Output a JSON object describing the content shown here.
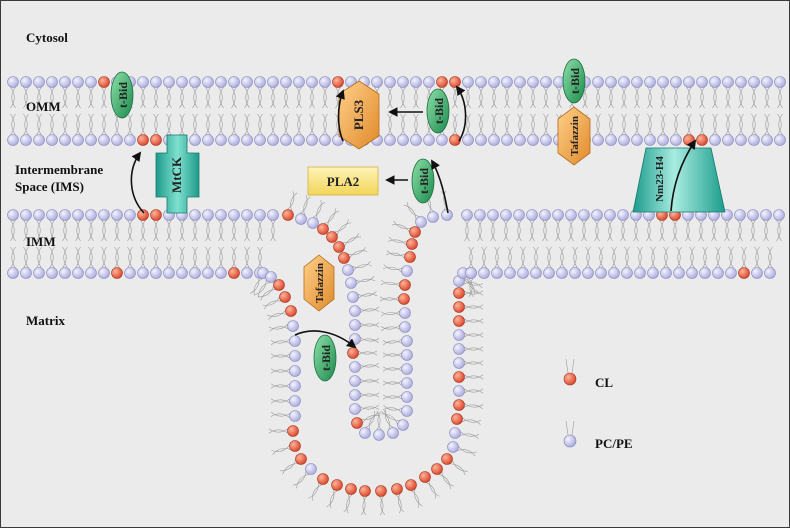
{
  "regions": {
    "cytosol": "Cytosol",
    "omm": "OMM",
    "ims_line1": "Intermembrane",
    "ims_line2": "Space (IMS)",
    "imm": "IMM",
    "matrix": "Matrix"
  },
  "proteins": {
    "tbid": "t-Bid",
    "pls3": "PLS3",
    "tafazzin": "Tafazzin",
    "mtck": "MtCK",
    "pla2": "PLA2",
    "nm23": "Nm23-H4"
  },
  "legend": {
    "cl": "CL",
    "pcpe": "PC/PE"
  },
  "colors": {
    "background": "#ebebeb",
    "cl_head": "#e2583a",
    "pcpe_head": "#c8c8ee",
    "tbid": "#3aa868",
    "pls3": "#f0a548",
    "tafazzin": "#f0a548",
    "mtck": "#3dbfaa",
    "pla2": "#f6e27a",
    "nm23": "#2aa89a"
  }
}
